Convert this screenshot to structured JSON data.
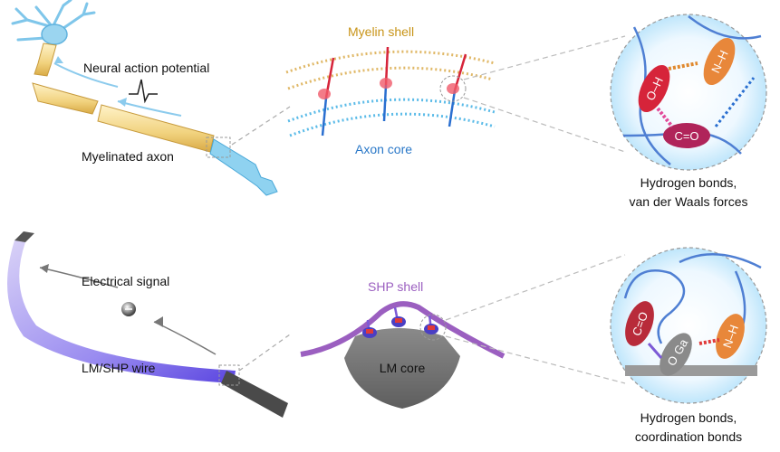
{
  "top_panel": {
    "neural_label": "Neural action potential",
    "axon_label": "Myelinated axon",
    "myelin_shell_label": "Myelin shell",
    "axon_core_label": "Axon core",
    "bonds_label_line1": "Hydrogen bonds,",
    "bonds_label_line2": "van der Waals forces",
    "molecules": {
      "oh": "O–H",
      "nh": "N–H",
      "co": "C=O"
    }
  },
  "bottom_panel": {
    "signal_label": "Electrical signal",
    "wire_label": "LM/SHP wire",
    "shp_shell_label": "SHP shell",
    "lm_core_label": "LM core",
    "bonds_label_line1": "Hydrogen bonds,",
    "bonds_label_line2": "coordination bonds",
    "molecules": {
      "co": "C=O",
      "ga": "Ga",
      "o": "O",
      "nh": "N–H"
    }
  },
  "colors": {
    "myelin": "#d9a531",
    "axon_core": "#2a8fd6",
    "shp_shell": "#9b5fc0",
    "lm_core": "#6d6d6d",
    "oh": "#d6243a",
    "nh": "#e8873a",
    "co_top": "#b0245a",
    "co_bottom": "#b82b3a",
    "ga": "#8a8a8a"
  }
}
